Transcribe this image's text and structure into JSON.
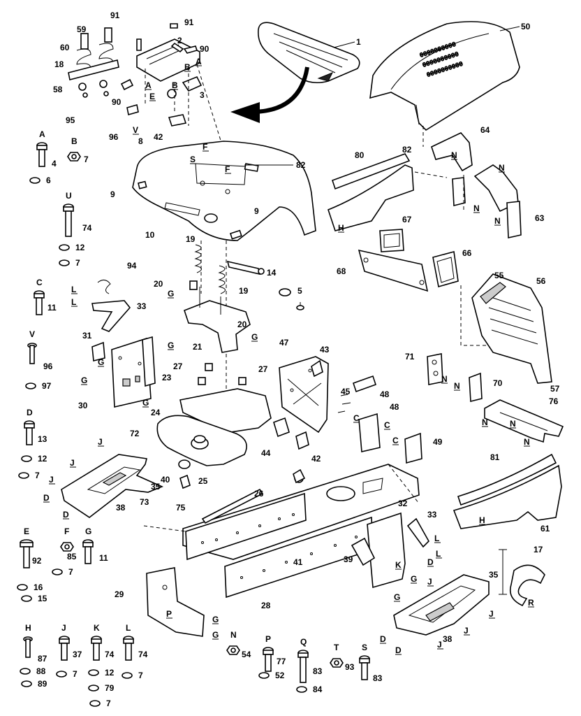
{
  "labels": [
    {
      "id": "p1",
      "text": "1"
    },
    {
      "id": "p50",
      "text": "50"
    },
    {
      "id": "p91a",
      "text": "91"
    },
    {
      "id": "p91b",
      "text": "91"
    },
    {
      "id": "p2",
      "text": "2"
    },
    {
      "id": "p90a",
      "text": "90"
    },
    {
      "id": "p59",
      "text": "59"
    },
    {
      "id": "p60",
      "text": "60"
    },
    {
      "id": "p18",
      "text": "18"
    },
    {
      "id": "p58",
      "text": "58"
    },
    {
      "id": "p95",
      "text": "95"
    },
    {
      "id": "p90b",
      "text": "90"
    },
    {
      "id": "p3",
      "text": "3"
    },
    {
      "id": "p96a",
      "text": "96"
    },
    {
      "id": "p42a",
      "text": "42"
    },
    {
      "id": "p8",
      "text": "8"
    },
    {
      "id": "p82a",
      "text": "82"
    },
    {
      "id": "p9a",
      "text": "9"
    },
    {
      "id": "p9b",
      "text": "9"
    },
    {
      "id": "p10",
      "text": "10"
    },
    {
      "id": "p80",
      "text": "80"
    },
    {
      "id": "p82b",
      "text": "82"
    },
    {
      "id": "p64",
      "text": "64"
    },
    {
      "id": "p63",
      "text": "63"
    },
    {
      "id": "p67",
      "text": "67"
    },
    {
      "id": "p66",
      "text": "66"
    },
    {
      "id": "p68",
      "text": "68"
    },
    {
      "id": "p19a",
      "text": "19"
    },
    {
      "id": "p14",
      "text": "14"
    },
    {
      "id": "p19b",
      "text": "19"
    },
    {
      "id": "p20a",
      "text": "20"
    },
    {
      "id": "p20b",
      "text": "20"
    },
    {
      "id": "p5",
      "text": "5"
    },
    {
      "id": "p94",
      "text": "94"
    },
    {
      "id": "p33a",
      "text": "33"
    },
    {
      "id": "p21",
      "text": "21"
    },
    {
      "id": "p55",
      "text": "55"
    },
    {
      "id": "p56",
      "text": "56"
    },
    {
      "id": "p57",
      "text": "57"
    },
    {
      "id": "p31",
      "text": "31"
    },
    {
      "id": "p30",
      "text": "30"
    },
    {
      "id": "p27a",
      "text": "27"
    },
    {
      "id": "p27b",
      "text": "27"
    },
    {
      "id": "p47",
      "text": "47"
    },
    {
      "id": "p43",
      "text": "43"
    },
    {
      "id": "p23",
      "text": "23"
    },
    {
      "id": "p24",
      "text": "24"
    },
    {
      "id": "p48a",
      "text": "48"
    },
    {
      "id": "p45",
      "text": "45"
    },
    {
      "id": "p48b",
      "text": "48"
    },
    {
      "id": "p71",
      "text": "71"
    },
    {
      "id": "p70",
      "text": "70"
    },
    {
      "id": "p49",
      "text": "49"
    },
    {
      "id": "p44",
      "text": "44"
    },
    {
      "id": "p76",
      "text": "76"
    },
    {
      "id": "p72",
      "text": "72"
    },
    {
      "id": "p35a",
      "text": "35"
    },
    {
      "id": "p73",
      "text": "73"
    },
    {
      "id": "p38a",
      "text": "38"
    },
    {
      "id": "p40",
      "text": "40"
    },
    {
      "id": "p75",
      "text": "75"
    },
    {
      "id": "p25",
      "text": "25"
    },
    {
      "id": "p26",
      "text": "26"
    },
    {
      "id": "p42b",
      "text": "42"
    },
    {
      "id": "p81",
      "text": "81"
    },
    {
      "id": "p61",
      "text": "61"
    },
    {
      "id": "p32",
      "text": "32"
    },
    {
      "id": "p33b",
      "text": "33"
    },
    {
      "id": "p39",
      "text": "39"
    },
    {
      "id": "p41",
      "text": "41"
    },
    {
      "id": "p28",
      "text": "28"
    },
    {
      "id": "p29",
      "text": "29"
    },
    {
      "id": "p35b",
      "text": "35"
    },
    {
      "id": "p38b",
      "text": "38"
    },
    {
      "id": "p17",
      "text": "17"
    }
  ],
  "fasteners": [
    {
      "letter": "A",
      "parts": [
        "4",
        "6"
      ]
    },
    {
      "letter": "B",
      "parts": [
        "7"
      ]
    },
    {
      "letter": "U",
      "parts": [
        "74",
        "12",
        "7"
      ]
    },
    {
      "letter": "C",
      "parts": [
        "11"
      ]
    },
    {
      "letter": "V",
      "parts": [
        "96",
        "97"
      ]
    },
    {
      "letter": "D",
      "parts": [
        "13",
        "12",
        "7"
      ]
    },
    {
      "letter": "E",
      "parts": [
        "92",
        "16",
        "15"
      ]
    },
    {
      "letter": "F",
      "parts": [
        "85",
        "7"
      ]
    },
    {
      "letter": "G",
      "parts": [
        "11"
      ]
    },
    {
      "letter": "H",
      "parts": [
        "87",
        "88",
        "89"
      ]
    },
    {
      "letter": "J",
      "parts": [
        "37",
        "7"
      ]
    },
    {
      "letter": "K",
      "parts": [
        "74",
        "12",
        "79",
        "7"
      ]
    },
    {
      "letter": "L",
      "parts": [
        "74",
        "7"
      ]
    },
    {
      "letter": "N",
      "parts": [
        "54"
      ]
    },
    {
      "letter": "P",
      "parts": [
        "77",
        "52"
      ]
    },
    {
      "letter": "Q",
      "parts": [
        "83",
        "84"
      ]
    },
    {
      "letter": "T",
      "parts": [
        "93"
      ]
    },
    {
      "letter": "S",
      "parts": [
        "83"
      ]
    }
  ],
  "refs": [
    {
      "id": "rA1",
      "text": "A"
    },
    {
      "id": "rB1",
      "text": "B"
    },
    {
      "id": "rB2",
      "text": "B"
    },
    {
      "id": "rE1",
      "text": "E"
    },
    {
      "id": "rF1",
      "text": "F"
    },
    {
      "id": "rS1",
      "text": "S"
    },
    {
      "id": "rF2",
      "text": "F"
    },
    {
      "id": "rV1",
      "text": "V"
    },
    {
      "id": "rA2",
      "text": "A"
    },
    {
      "id": "rH1",
      "text": "H"
    },
    {
      "id": "rN1",
      "text": "N"
    },
    {
      "id": "rN2",
      "text": "N"
    },
    {
      "id": "rN3",
      "text": "N"
    },
    {
      "id": "rN4",
      "text": "N"
    },
    {
      "id": "rL1",
      "text": "L"
    },
    {
      "id": "rL2",
      "text": "L"
    },
    {
      "id": "rG1",
      "text": "G"
    },
    {
      "id": "rG2",
      "text": "G"
    },
    {
      "id": "rG3",
      "text": "G"
    },
    {
      "id": "rG4",
      "text": "G"
    },
    {
      "id": "rG5",
      "text": "G"
    },
    {
      "id": "rG6",
      "text": "G"
    },
    {
      "id": "rC1",
      "text": "C"
    },
    {
      "id": "rC2",
      "text": "C"
    },
    {
      "id": "rC3",
      "text": "C"
    },
    {
      "id": "rJ1",
      "text": "J"
    },
    {
      "id": "rJ2",
      "text": "J"
    },
    {
      "id": "rJ3",
      "text": "J"
    },
    {
      "id": "rD1",
      "text": "D"
    },
    {
      "id": "rD2",
      "text": "D"
    },
    {
      "id": "rN5",
      "text": "N"
    },
    {
      "id": "rN6",
      "text": "N"
    },
    {
      "id": "rN7",
      "text": "N"
    },
    {
      "id": "rN8",
      "text": "N"
    },
    {
      "id": "rN9",
      "text": "N"
    },
    {
      "id": "rH2",
      "text": "H"
    },
    {
      "id": "rD3",
      "text": "D"
    },
    {
      "id": "rK1",
      "text": "K"
    },
    {
      "id": "rG7",
      "text": "G"
    },
    {
      "id": "rG8",
      "text": "G"
    },
    {
      "id": "rJ4",
      "text": "J"
    },
    {
      "id": "rL3",
      "text": "L"
    },
    {
      "id": "rL4",
      "text": "L"
    },
    {
      "id": "rG9",
      "text": "G"
    },
    {
      "id": "rG10",
      "text": "G"
    },
    {
      "id": "rD4",
      "text": "D"
    },
    {
      "id": "rD5",
      "text": "D"
    },
    {
      "id": "rJ5",
      "text": "J"
    },
    {
      "id": "rJ6",
      "text": "J"
    },
    {
      "id": "rJ7",
      "text": "J"
    },
    {
      "id": "rR1",
      "text": "R"
    },
    {
      "id": "rP1",
      "text": "P"
    }
  ],
  "colors": {
    "ink": "#000000",
    "paper": "#ffffff",
    "tint": "#cccccc"
  }
}
